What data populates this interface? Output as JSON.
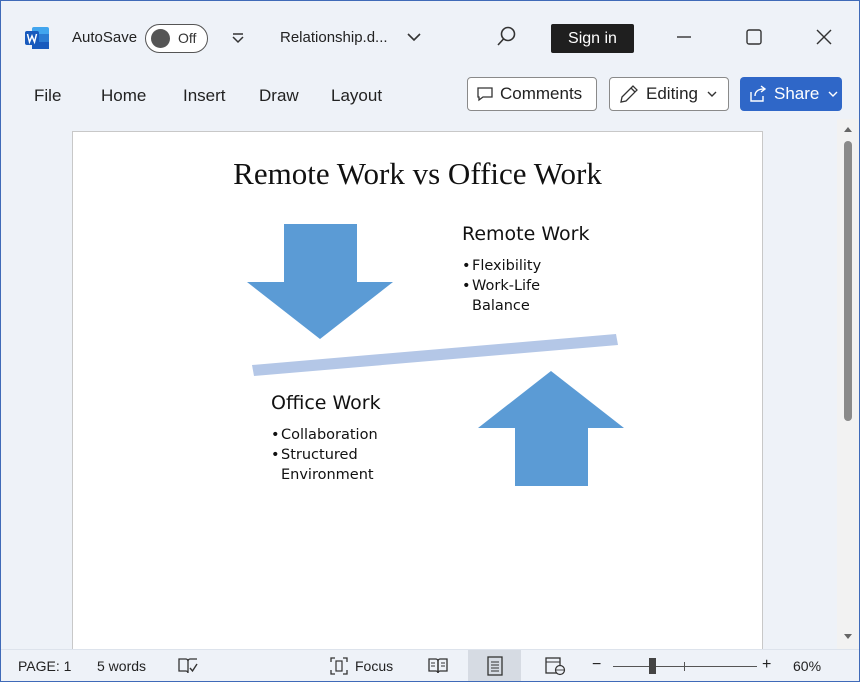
{
  "titlebar": {
    "autosave_label": "AutoSave",
    "autosave_state": "Off",
    "doc_title": "Relationship.d...",
    "signin_label": "Sign in"
  },
  "ribbon": {
    "tabs": [
      "File",
      "Home",
      "Insert",
      "Draw",
      "Layout"
    ],
    "comments_label": "Comments",
    "editing_label": "Editing",
    "share_label": "Share"
  },
  "document": {
    "title": "Remote Work vs Office Work",
    "remote": {
      "heading": "Remote Work",
      "bullets": [
        "Flexibility",
        "Work-Life",
        "Balance"
      ]
    },
    "office": {
      "heading": "Office Work",
      "bullets": [
        "Collaboration",
        "Structured",
        "Environment"
      ]
    },
    "colors": {
      "arrow": "#5b9bd5",
      "beam": "#b4c7e7"
    }
  },
  "statusbar": {
    "page": "PAGE: 1",
    "words": "5 words",
    "focus": "Focus",
    "zoom": "60%"
  },
  "colors": {
    "accent": "#2f67c8",
    "signin_bg": "#1f1f1f"
  }
}
